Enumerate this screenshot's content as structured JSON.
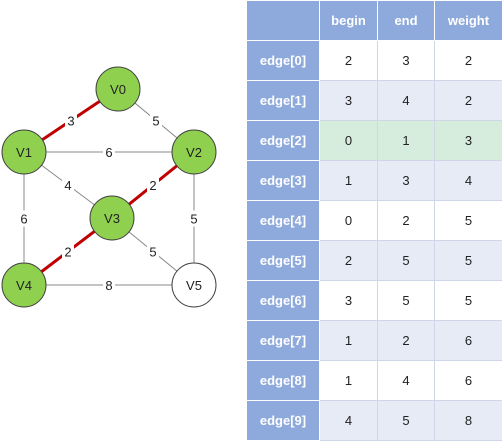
{
  "colors": {
    "node_selected": "#8fd14f",
    "node_default": "#ffffff",
    "node_stroke": "#444444",
    "edge_selected": "#c00000",
    "edge_default": "#888888",
    "header_bg": "#8ea9db",
    "highlight_row": "#d6ecdc"
  },
  "graph": {
    "nodes": [
      {
        "id": "V0",
        "label": "V0",
        "selected": true
      },
      {
        "id": "V1",
        "label": "V1",
        "selected": true
      },
      {
        "id": "V2",
        "label": "V2",
        "selected": true
      },
      {
        "id": "V3",
        "label": "V3",
        "selected": true
      },
      {
        "id": "V4",
        "label": "V4",
        "selected": true
      },
      {
        "id": "V5",
        "label": "V5",
        "selected": false
      }
    ],
    "edges": [
      {
        "from": "V0",
        "to": "V1",
        "weight": "3",
        "selected": true
      },
      {
        "from": "V0",
        "to": "V2",
        "weight": "5",
        "selected": false
      },
      {
        "from": "V1",
        "to": "V2",
        "weight": "6",
        "selected": false
      },
      {
        "from": "V1",
        "to": "V3",
        "weight": "4",
        "selected": false
      },
      {
        "from": "V1",
        "to": "V4",
        "weight": "6",
        "selected": false
      },
      {
        "from": "V2",
        "to": "V3",
        "weight": "2",
        "selected": true
      },
      {
        "from": "V2",
        "to": "V5",
        "weight": "5",
        "selected": false
      },
      {
        "from": "V3",
        "to": "V4",
        "weight": "2",
        "selected": true
      },
      {
        "from": "V3",
        "to": "V5",
        "weight": "5",
        "selected": false
      },
      {
        "from": "V4",
        "to": "V5",
        "weight": "8",
        "selected": false
      }
    ]
  },
  "table": {
    "headers": [
      "",
      "begin",
      "end",
      "weight"
    ],
    "rows": [
      {
        "label": "edge[0]",
        "begin": "2",
        "end": "3",
        "weight": "2",
        "highlight": false
      },
      {
        "label": "edge[1]",
        "begin": "3",
        "end": "4",
        "weight": "2",
        "highlight": false
      },
      {
        "label": "edge[2]",
        "begin": "0",
        "end": "1",
        "weight": "3",
        "highlight": true
      },
      {
        "label": "edge[3]",
        "begin": "1",
        "end": "3",
        "weight": "4",
        "highlight": false
      },
      {
        "label": "edge[4]",
        "begin": "0",
        "end": "2",
        "weight": "5",
        "highlight": false
      },
      {
        "label": "edge[5]",
        "begin": "2",
        "end": "5",
        "weight": "5",
        "highlight": false
      },
      {
        "label": "edge[6]",
        "begin": "3",
        "end": "5",
        "weight": "5",
        "highlight": false
      },
      {
        "label": "edge[7]",
        "begin": "1",
        "end": "2",
        "weight": "6",
        "highlight": false
      },
      {
        "label": "edge[8]",
        "begin": "1",
        "end": "4",
        "weight": "6",
        "highlight": false
      },
      {
        "label": "edge[9]",
        "begin": "4",
        "end": "5",
        "weight": "8",
        "highlight": false
      }
    ]
  }
}
